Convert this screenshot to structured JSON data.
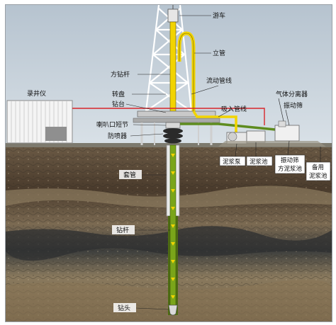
{
  "labels": {
    "traveling_block": "游车",
    "standpipe": "立管",
    "kelly": "方钻杆",
    "flowline": "流动管线",
    "rotary_table": "转盘",
    "rig_floor": "钻台",
    "suction_line": "吸入管线",
    "gas_separator": "气体分离器",
    "shale_shaker": "振动筛",
    "logging_unit": "录井仪",
    "bell_nipple": "喇叭口短节",
    "bop": "防喷器",
    "mud_pump": "泥浆泵",
    "mud_pit": "泥浆池",
    "shaker_pit_line1": "振动筛",
    "shaker_pit_line2": "方泥浆池",
    "reserve_pit_line1": "备用",
    "reserve_pit_line2": "泥浆池",
    "casing": "套管",
    "drill_pipe": "钻杆",
    "drill_bit": "钻头"
  },
  "colors": {
    "sky": "#c9d3dc",
    "derrick": "#ffffff",
    "mud": "#f2d400",
    "drill_pipe": "#7aa51a",
    "red_line": "#d8262b",
    "green_line": "#5e8c1f"
  }
}
